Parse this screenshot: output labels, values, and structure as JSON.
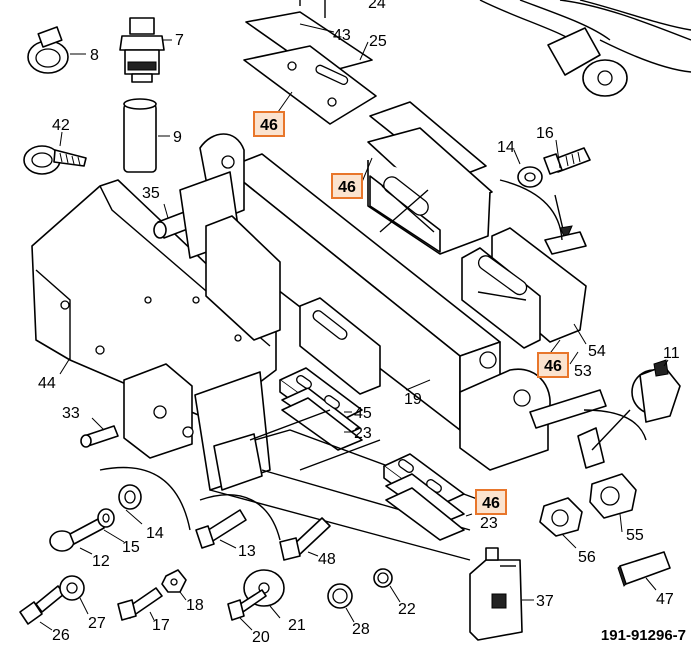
{
  "drawing": {
    "reference": "191-91296-7"
  },
  "callouts": [
    {
      "label": "8",
      "highlighted": false
    },
    {
      "label": "7",
      "highlighted": false
    },
    {
      "label": "9",
      "highlighted": false
    },
    {
      "label": "42",
      "highlighted": false
    },
    {
      "label": "43",
      "highlighted": false
    },
    {
      "label": "25",
      "highlighted": false
    },
    {
      "label": "24",
      "highlighted": false
    },
    {
      "label": "46",
      "highlighted": true
    },
    {
      "label": "46",
      "highlighted": true
    },
    {
      "label": "14",
      "highlighted": false
    },
    {
      "label": "16",
      "highlighted": false
    },
    {
      "label": "35",
      "highlighted": false
    },
    {
      "label": "44",
      "highlighted": false
    },
    {
      "label": "54",
      "highlighted": false
    },
    {
      "label": "46",
      "highlighted": true
    },
    {
      "label": "53",
      "highlighted": false
    },
    {
      "label": "11",
      "highlighted": false
    },
    {
      "label": "19",
      "highlighted": false
    },
    {
      "label": "45",
      "highlighted": false
    },
    {
      "label": "23",
      "highlighted": false
    },
    {
      "label": "33",
      "highlighted": false
    },
    {
      "label": "46",
      "highlighted": true
    },
    {
      "label": "23",
      "highlighted": false
    },
    {
      "label": "14",
      "highlighted": false
    },
    {
      "label": "15",
      "highlighted": false
    },
    {
      "label": "12",
      "highlighted": false
    },
    {
      "label": "13",
      "highlighted": false
    },
    {
      "label": "48",
      "highlighted": false
    },
    {
      "label": "56",
      "highlighted": false
    },
    {
      "label": "55",
      "highlighted": false
    },
    {
      "label": "37",
      "highlighted": false
    },
    {
      "label": "47",
      "highlighted": false
    },
    {
      "label": "18",
      "highlighted": false
    },
    {
      "label": "17",
      "highlighted": false
    },
    {
      "label": "27",
      "highlighted": false
    },
    {
      "label": "26",
      "highlighted": false
    },
    {
      "label": "21",
      "highlighted": false
    },
    {
      "label": "20",
      "highlighted": false
    },
    {
      "label": "28",
      "highlighted": false
    },
    {
      "label": "22",
      "highlighted": false
    }
  ],
  "colors": {
    "highlight_border": "#e8762b",
    "highlight_fill": "#fbe3cf",
    "line": "#000000",
    "background": "#ffffff"
  }
}
